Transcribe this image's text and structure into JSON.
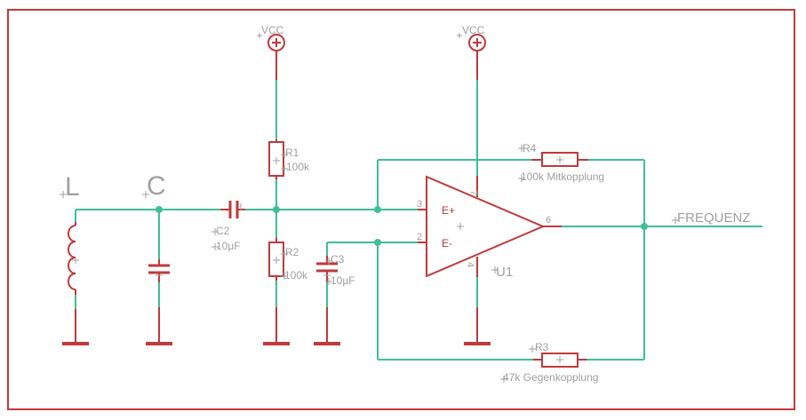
{
  "supply": {
    "vcc_left": "VCC",
    "vcc_right": "VCC"
  },
  "components": {
    "inductor": {
      "name": "L"
    },
    "capacitor_main": {
      "name": "C"
    },
    "c2": {
      "name": "C2",
      "value": "10µF"
    },
    "c3": {
      "name": "C3",
      "value": "10µF"
    },
    "r1": {
      "name": "R1",
      "value": "100k"
    },
    "r2": {
      "name": "R2",
      "value": "100k"
    },
    "r3": {
      "name": "R3",
      "value": "47k Gegenkopplung"
    },
    "r4": {
      "name": "R4",
      "value": "100k Mitkopplung"
    },
    "u1": {
      "name": "U1",
      "in_plus": "E+",
      "in_minus": "E-",
      "pin_in_plus": "3",
      "pin_in_minus": "2",
      "pin_out": "6",
      "pin_vcc": "7",
      "pin_gnd": "4"
    }
  },
  "nets": {
    "output": "FREQUENZ"
  },
  "colors": {
    "wire": "#3fbf93",
    "part": "#c0393b",
    "label": "#a0a0a0"
  }
}
